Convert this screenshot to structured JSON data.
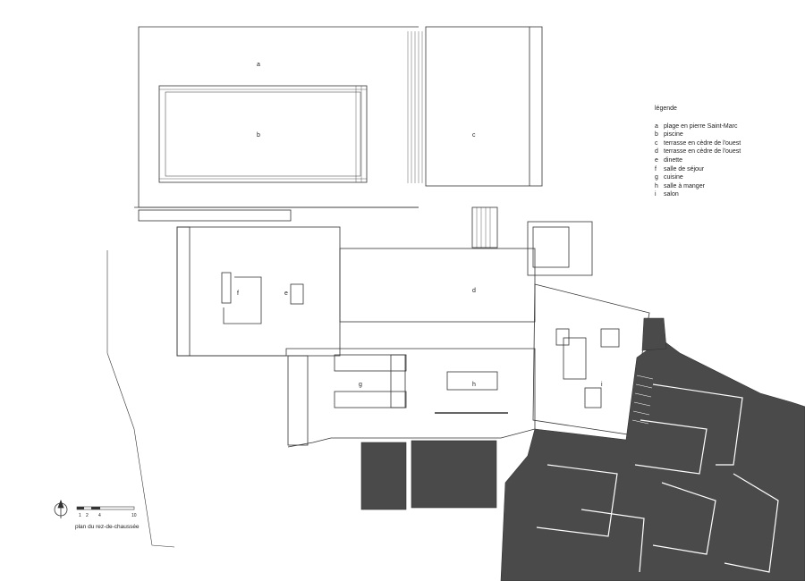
{
  "legend": {
    "title": "légende",
    "items": [
      {
        "key": "a",
        "text": "plage en pierre Saint-Marc"
      },
      {
        "key": "b",
        "text": "piscine"
      },
      {
        "key": "c",
        "text": "terrasse en cèdre de l'ouest"
      },
      {
        "key": "d",
        "text": "terrasse en cèdre de l'ouest"
      },
      {
        "key": "e",
        "text": "dinette"
      },
      {
        "key": "f",
        "text": "salle de séjour"
      },
      {
        "key": "g",
        "text": "cuisine"
      },
      {
        "key": "h",
        "text": "salle à manger"
      },
      {
        "key": "i",
        "text": "salon"
      }
    ]
  },
  "room_labels": {
    "a": "a",
    "b": "b",
    "c": "c",
    "d": "d",
    "e": "e",
    "f": "f",
    "g": "g",
    "h": "h",
    "i": "i"
  },
  "scale_bar": {
    "ticks": [
      "1",
      "2",
      "4",
      "10"
    ]
  },
  "caption": "plan du rez-de-chaussée",
  "colors": {
    "line": "#333333",
    "dark_fill": "#4a4a4a",
    "light_line": "#888888"
  }
}
